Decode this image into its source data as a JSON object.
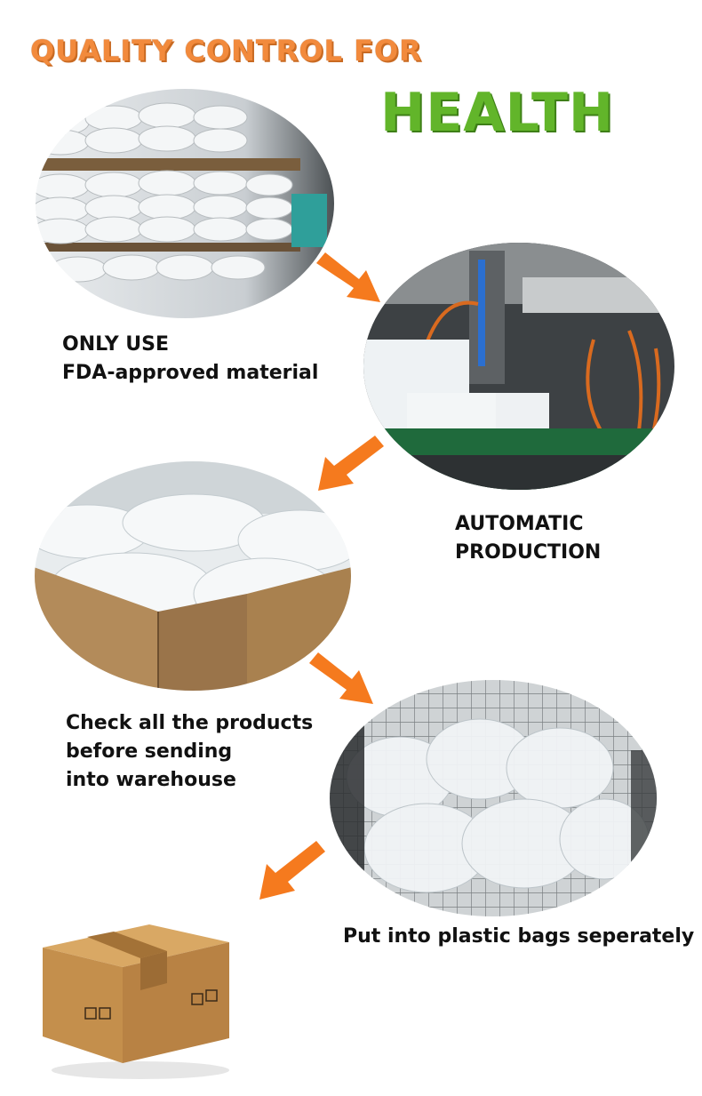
{
  "header": {
    "title_line1": "QUALITY CONTROL FOR",
    "title_line2": "HEALTH"
  },
  "steps": [
    {
      "lines": [
        "ONLY USE",
        "FDA-approved material"
      ],
      "image": "stacked-material-bags-photo"
    },
    {
      "lines": [
        "AUTOMATIC",
        "PRODUCTION"
      ],
      "image": "injection-molding-machine-photo"
    },
    {
      "lines": [
        "Check all the products",
        "before sending",
        "into warehouse"
      ],
      "image": "boxed-products-photo"
    },
    {
      "lines": [
        "Put into plastic bags seperately"
      ],
      "image": "bagged-products-cage-photo"
    }
  ],
  "final": {
    "image": "cardboard-box-icon"
  },
  "colors": {
    "orange": "#f28a3c",
    "green": "#62b52a",
    "arrow": "#f57a1e"
  }
}
